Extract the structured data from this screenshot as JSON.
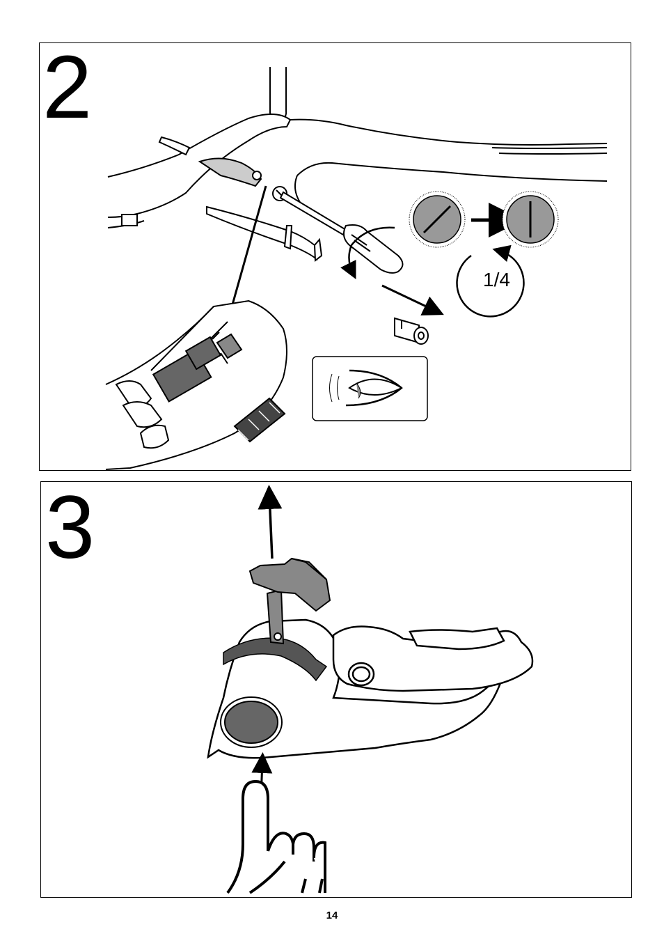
{
  "steps": [
    {
      "number": "2",
      "illustration": "remove-adjustment-screw",
      "rotation_label": "1/4"
    },
    {
      "number": "3",
      "illustration": "lift-release-button"
    }
  ],
  "icons": [
    "screwdriver-icon",
    "eye-icon",
    "screw-head-icon",
    "finger-press-icon",
    "arrow-up-icon"
  ],
  "page_number": "14"
}
